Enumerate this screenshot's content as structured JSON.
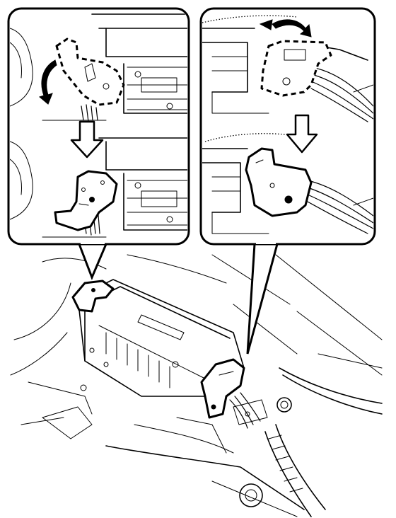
{
  "figure": {
    "panels": [
      {
        "id": "left-detail",
        "steps": [
          "dashed-bracket-original-position",
          "solid-bracket-rotated-position"
        ],
        "arrow_direction": "down",
        "rotation": "counterclockwise"
      },
      {
        "id": "right-detail",
        "steps": [
          "dashed-bracket-original-position",
          "solid-bracket-rotated-position"
        ],
        "arrow_direction": "down",
        "rotation": "clockwise"
      }
    ],
    "line_color": "#000000",
    "background_color": "#ffffff"
  }
}
